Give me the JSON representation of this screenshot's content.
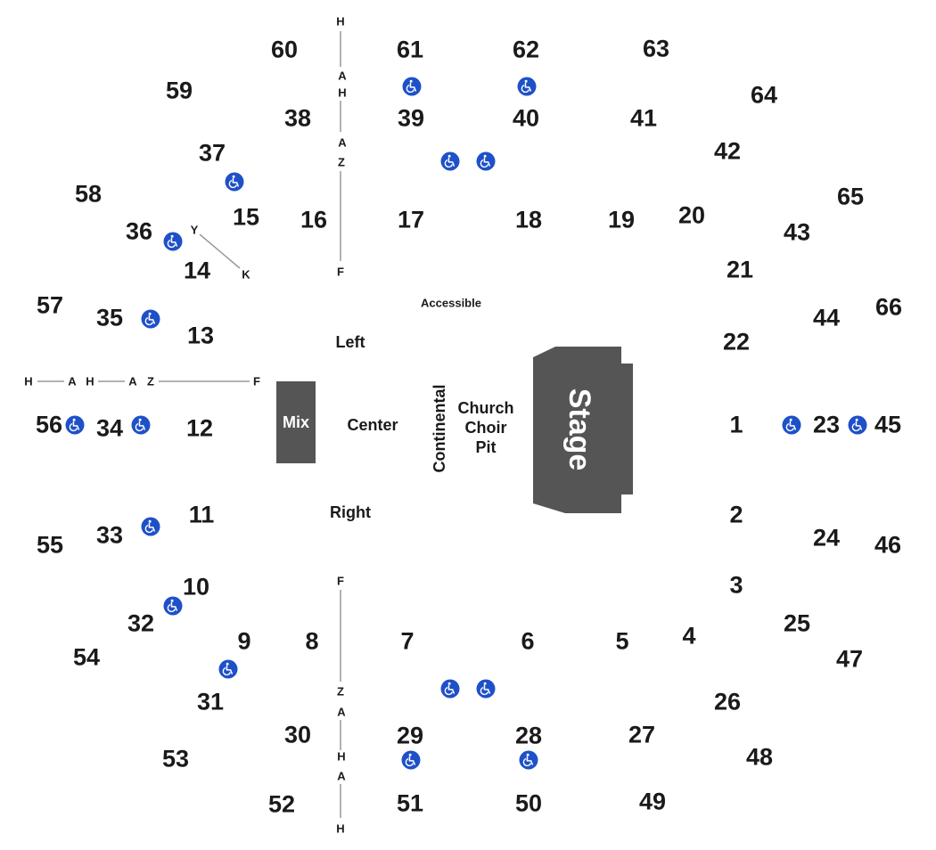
{
  "colors": {
    "accessible": "#1e50c8",
    "stage_fill": "#555555",
    "line": "#999999"
  },
  "icons": {
    "accessible": "wheelchair-icon"
  },
  "features": {
    "stage": "Stage",
    "mix": "Mix",
    "continental": "Continental",
    "church_choir_pit": [
      "Church",
      "Choir",
      "Pit"
    ],
    "accessible": "Accessible",
    "left": "Left",
    "center": "Center",
    "right": "Right"
  },
  "sections": [
    "1",
    "2",
    "3",
    "4",
    "5",
    "6",
    "7",
    "8",
    "9",
    "10",
    "11",
    "12",
    "13",
    "14",
    "15",
    "16",
    "17",
    "18",
    "19",
    "20",
    "21",
    "22",
    "23",
    "24",
    "25",
    "26",
    "27",
    "28",
    "29",
    "30",
    "31",
    "32",
    "33",
    "34",
    "35",
    "36",
    "37",
    "38",
    "39",
    "40",
    "41",
    "42",
    "43",
    "44",
    "45",
    "46",
    "47",
    "48",
    "49",
    "50",
    "51",
    "52",
    "53",
    "54",
    "55",
    "56",
    "57",
    "58",
    "59",
    "60",
    "61",
    "62",
    "63",
    "64",
    "65",
    "66"
  ],
  "row_markers": {
    "top": [
      "H",
      "A",
      "H",
      "A",
      "Z",
      "F"
    ],
    "bottom": [
      "F",
      "Z",
      "A",
      "H",
      "A",
      "H"
    ],
    "left": [
      "H",
      "A",
      "H",
      "A",
      "Z",
      "F"
    ],
    "diagonal": [
      "Y",
      "K"
    ]
  }
}
